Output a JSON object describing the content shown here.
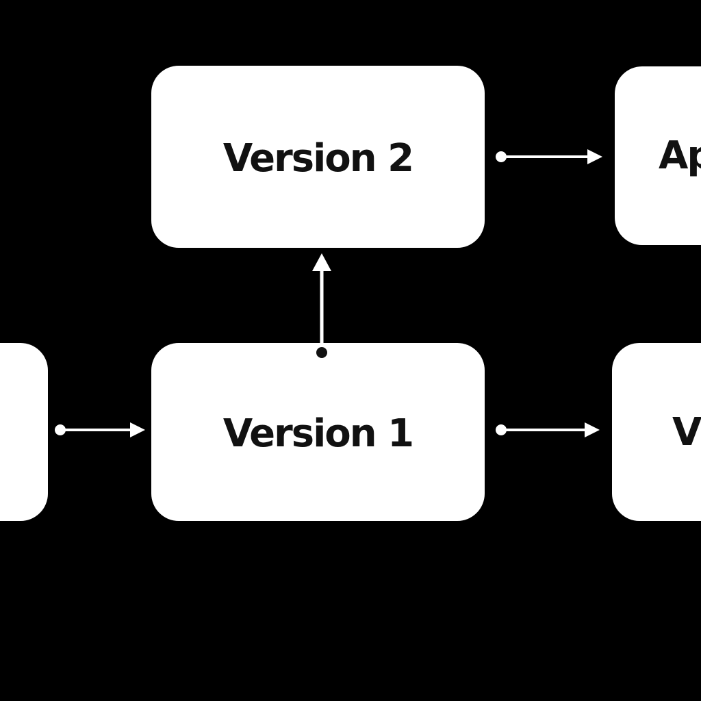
{
  "nodes": {
    "left_partial": {
      "label": ""
    },
    "version_2": {
      "label": "Version 2"
    },
    "version_1": {
      "label": "Version 1"
    },
    "app_partial": {
      "label": "Ap"
    },
    "right_partial": {
      "label": "V"
    }
  },
  "colors": {
    "background": "#000000",
    "box": "#ffffff",
    "text": "#111111",
    "connector": "#ffffff",
    "connector_origin_dot_on_box": "#111111"
  },
  "edges": [
    {
      "from": "left_partial",
      "to": "version_1"
    },
    {
      "from": "version_1",
      "to": "version_2"
    },
    {
      "from": "version_2",
      "to": "app_partial"
    },
    {
      "from": "version_1",
      "to": "right_partial"
    }
  ]
}
